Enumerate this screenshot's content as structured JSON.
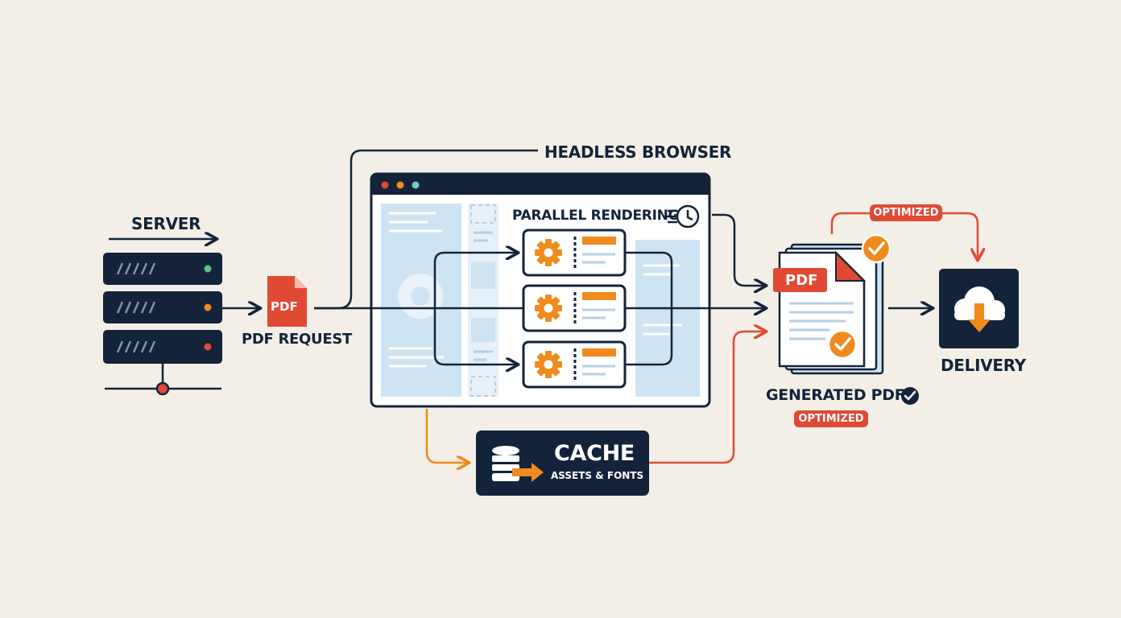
{
  "colors": {
    "background": "#f3efe6",
    "navy": "#13233a",
    "orange": "#f08a1c",
    "red": "#e04a35",
    "light_blue": "#cfe4f3",
    "status_green": "#5cc08f",
    "status_orange": "#f08a1c",
    "status_red": "#e04a35"
  },
  "server": {
    "label": "SERVER"
  },
  "request": {
    "badge": "PDF",
    "label": "PDF REQUEST"
  },
  "browser": {
    "label": "HEADLESS BROWSER",
    "parallel_label": "PARALLEL RENDERING"
  },
  "cache": {
    "title": "CACHE",
    "subtitle": "ASSETS & FONTS"
  },
  "generated": {
    "badge": "PDF",
    "label": "GENERATED PDF",
    "status": "OPTIMIZED"
  },
  "top_flow": {
    "label": "OPTIMIZED"
  },
  "delivery": {
    "label": "DELIVERY"
  },
  "icons": [
    "server-icon",
    "pdf-file-icon",
    "gear-icon",
    "clock-icon",
    "database-icon",
    "checkmark-icon",
    "cloud-download-icon"
  ]
}
